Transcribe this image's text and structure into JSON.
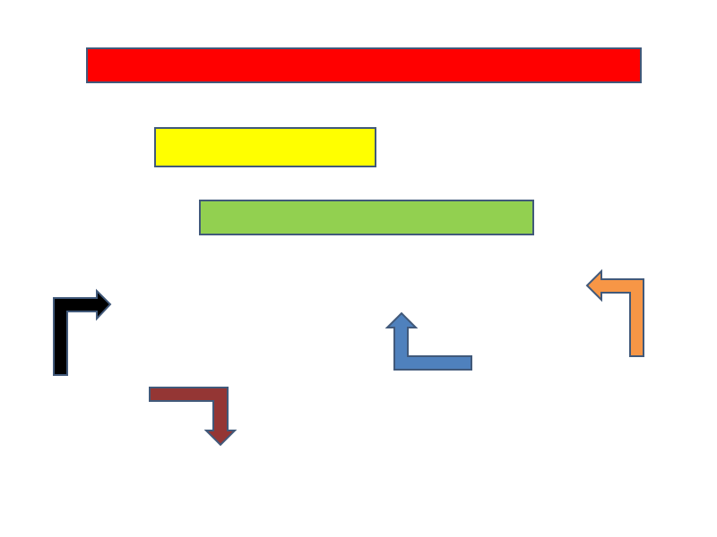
{
  "outline_color": "#41597A",
  "bars": [
    {
      "id": "red",
      "color": "#FF0000"
    },
    {
      "id": "yellow",
      "color": "#FFFF00"
    },
    {
      "id": "green",
      "color": "#92D050"
    }
  ],
  "arrows": [
    {
      "id": "black",
      "color": "#000000",
      "icon": "bent-arrow-up-right-icon"
    },
    {
      "id": "brown",
      "color": "#943634",
      "icon": "bent-arrow-right-down-icon"
    },
    {
      "id": "blue",
      "color": "#4F81BD",
      "icon": "bent-arrow-up-icon"
    },
    {
      "id": "orange",
      "color": "#F79646",
      "icon": "bent-arrow-left-icon"
    }
  ]
}
